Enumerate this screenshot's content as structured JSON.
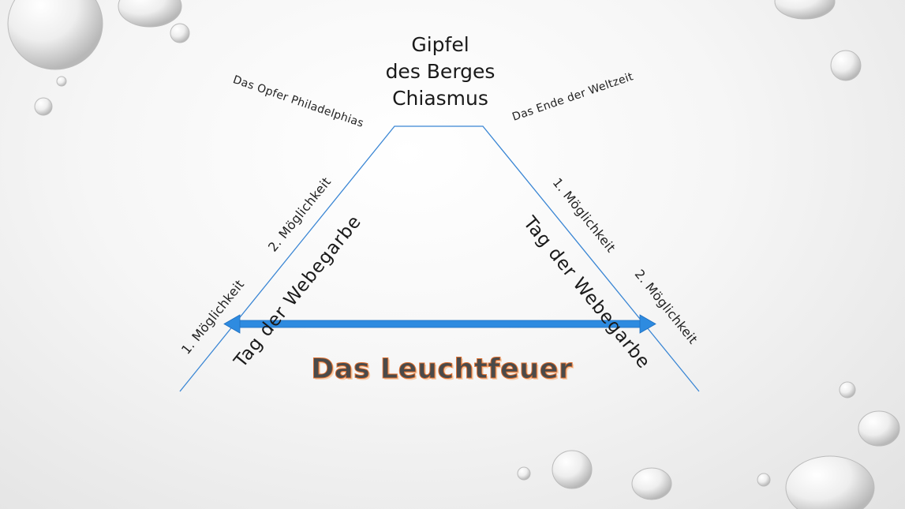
{
  "summit": {
    "line1": "Gipfel",
    "line2": "des Berges",
    "line3": "Chiasmus"
  },
  "left": {
    "top_label": "Das Opfer Philadelphias",
    "possibility_2": "2. Möglichkeit",
    "possibility_1": "1. Möglichkeit",
    "wave_sheaf_day": "Tag der Webegarbe"
  },
  "right": {
    "top_label": "Das Ende der Weltzeit",
    "possibility_1": "1. Möglichkeit",
    "possibility_2": "2. Möglichkeit",
    "wave_sheaf_day": "Tag der Webegarbe"
  },
  "title": "Das Leuchtfeuer",
  "colors": {
    "line": "#3a86d4",
    "arrow": "#2e8be0",
    "title_outline": "#e07030"
  }
}
